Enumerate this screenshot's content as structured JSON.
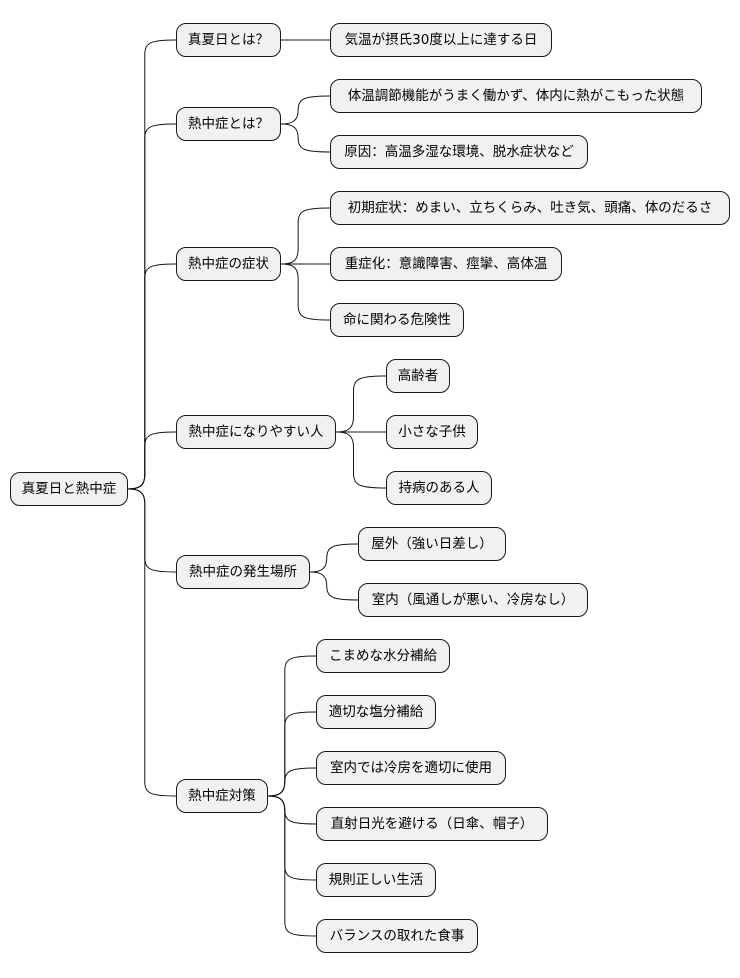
{
  "root": "真夏日と熱中症",
  "branches": [
    {
      "label": "真夏日とは？",
      "children": [
        "気温が摂氏30度以上に達する日"
      ]
    },
    {
      "label": "熱中症とは？",
      "children": [
        "体温調節機能がうまく働かず、体内に熱がこもった状態",
        "原因：高温多湿な環境、脱水症状など"
      ]
    },
    {
      "label": "熱中症の症状",
      "children": [
        "初期症状：めまい、立ちくらみ、吐き気、頭痛、体のだるさ",
        "重症化：意識障害、痙攣、高体温",
        "命に関わる危険性"
      ]
    },
    {
      "label": "熱中症になりやすい人",
      "children": [
        "高齢者",
        "小さな子供",
        "持病のある人"
      ]
    },
    {
      "label": "熱中症の発生場所",
      "children": [
        "屋外（強い日差し）",
        "室内（風通しが悪い、冷房なし）"
      ]
    },
    {
      "label": "熱中症対策",
      "children": [
        "こまめな水分補給",
        "適切な塩分補給",
        "室内では冷房を適切に使用",
        "直射日光を避ける（日傘、帽子）",
        "規則正しい生活",
        "バランスの取れた食事"
      ]
    }
  ]
}
